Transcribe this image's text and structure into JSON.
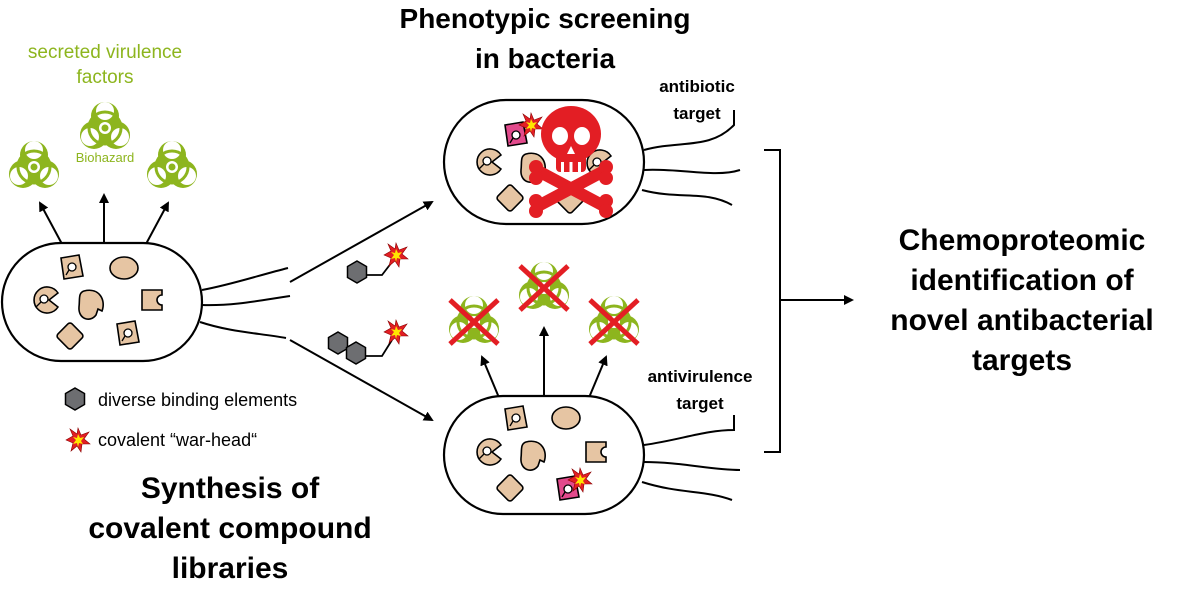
{
  "virulence": {
    "label_line1": "secreted virulence",
    "label_line2": "factors",
    "hazard_label": "Biohazard"
  },
  "screening_title": {
    "line1": "Phenotypic screening",
    "line2": "in bacteria"
  },
  "antibiotic_target": {
    "line1": "antibiotic",
    "line2": "target"
  },
  "antivirulence_target": {
    "line1": "antivirulence",
    "line2": "target"
  },
  "chemoproteomic": {
    "line1": "Chemoproteomic",
    "line2": "identification of",
    "line3": "novel antibacterial",
    "line4": "targets"
  },
  "legend": {
    "binding": "diverse binding elements",
    "warhead": "covalent “war-head“"
  },
  "synthesis": {
    "line1": "Synthesis of",
    "line2": "covalent compound",
    "line3": "libraries"
  },
  "colors": {
    "biohazard_green": "#8db51e",
    "protein_tan": "#e6c5a3",
    "skull_red": "#e31e24",
    "warhead_red": "#e31e24",
    "warhead_yellow": "#ffe600",
    "hexagon_grey": "#6d6e71",
    "compound_pink": "#e24a8c"
  }
}
